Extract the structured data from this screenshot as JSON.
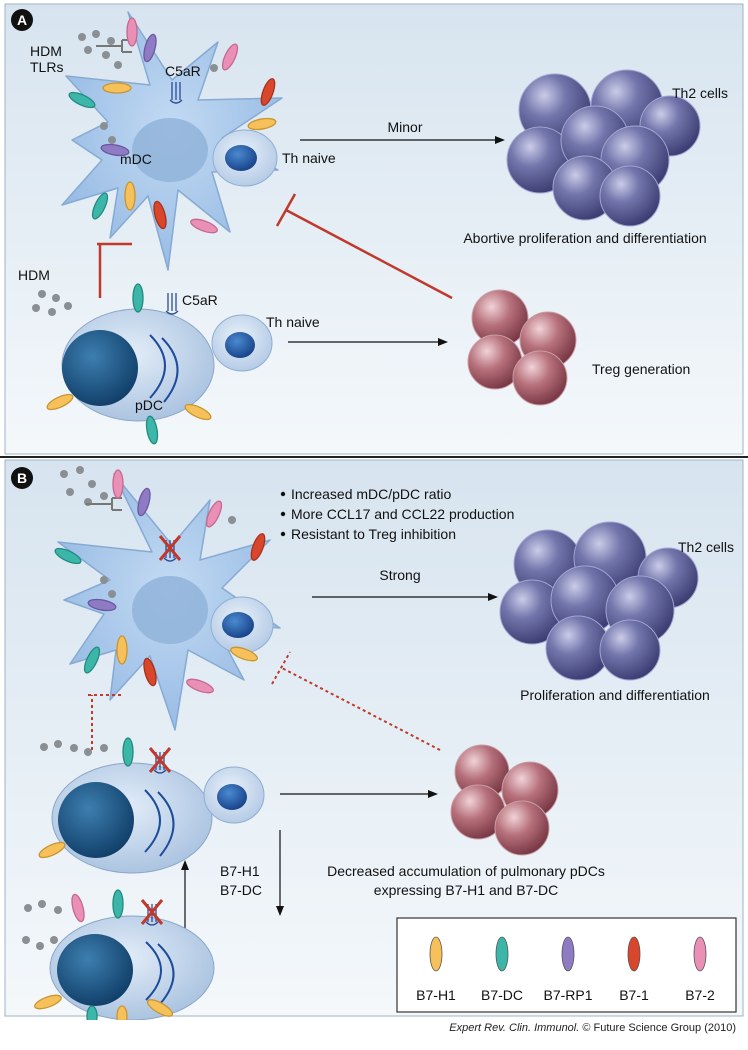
{
  "panel_a": {
    "letter": "A",
    "hdm_top": "HDM",
    "tlrs": "TLRs",
    "c5ar_top": "C5aR",
    "mdc": "mDC",
    "th_naive_1": "Th naive",
    "minor": "Minor",
    "th2_cells": "Th2 cells",
    "abortive": "Abortive proliferation and differentiation",
    "hdm_bottom": "HDM",
    "c5ar_bottom": "C5aR",
    "th_naive_2": "Th naive",
    "pdc": "pDC",
    "treg_generation": "Treg generation"
  },
  "panel_b": {
    "letter": "B",
    "bullet_1": "Increased mDC/pDC ratio",
    "bullet_2": "More CCL17 and CCL22 production",
    "bullet_3": "Resistant to Treg inhibition",
    "strong": "Strong",
    "th2_cells": "Th2 cells",
    "proliferation": "Proliferation and differentiation",
    "b7_h1": "B7-H1",
    "b7_dc": "B7-DC",
    "decreased_line1": "Decreased accumulation of pulmonary pDCs",
    "decreased_line2": "expressing B7-H1 and B7-DC"
  },
  "legend": [
    {
      "label": "B7-H1",
      "color": "#f6c15a"
    },
    {
      "label": "B7-DC",
      "color": "#3cb6a8"
    },
    {
      "label": "B7-RP1",
      "color": "#8e7bc4"
    },
    {
      "label": "B7-1",
      "color": "#d8462c"
    },
    {
      "label": "B7-2",
      "color": "#ea8fb6"
    }
  ],
  "colors": {
    "panel_bg": "#e4edf5",
    "mdc_cell": "#a9c8ea",
    "th2_cell": "#4a4d86",
    "treg_cell": "#a0525e",
    "inhibit_line": "#c0392b"
  },
  "caption": {
    "journal": "Expert Rev. Clin. Immunol.",
    "copyright": "© Future Science Group (2010)"
  }
}
